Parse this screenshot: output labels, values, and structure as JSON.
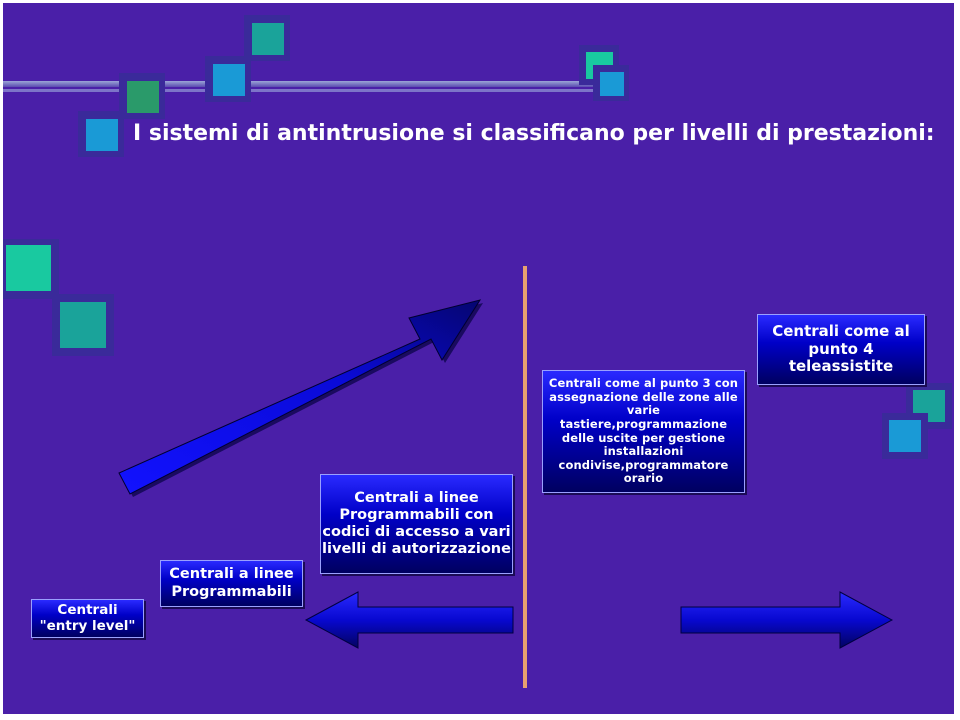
{
  "slide": {
    "title": "I sistemi di antintrusione si classificano per livelli di prestazioni:",
    "colors": {
      "background": "#4a1fa8",
      "box_fill": "#0000c8",
      "arrow_fill": "#0a0ae0",
      "divider": "#e8a070",
      "square_teal": "#1aa39a",
      "square_blue": "#1a9ad6",
      "square_green": "#2a9a6a",
      "square_mint": "#19c9a0"
    },
    "levels": [
      {
        "label": "Centrali \"entry level\""
      },
      {
        "label": "Centrali a linee Programmabili"
      },
      {
        "label": "Centrali a linee Programmabili con codici di accesso a vari livelli di autorizzazione"
      },
      {
        "label": "Centrali come al punto 3 con assegnazione delle zone alle varie tastiere,programmazione delle uscite per gestione installazioni condivise,programmatore orario"
      },
      {
        "label": "Centrali come al punto 4 teleassistite"
      }
    ]
  }
}
